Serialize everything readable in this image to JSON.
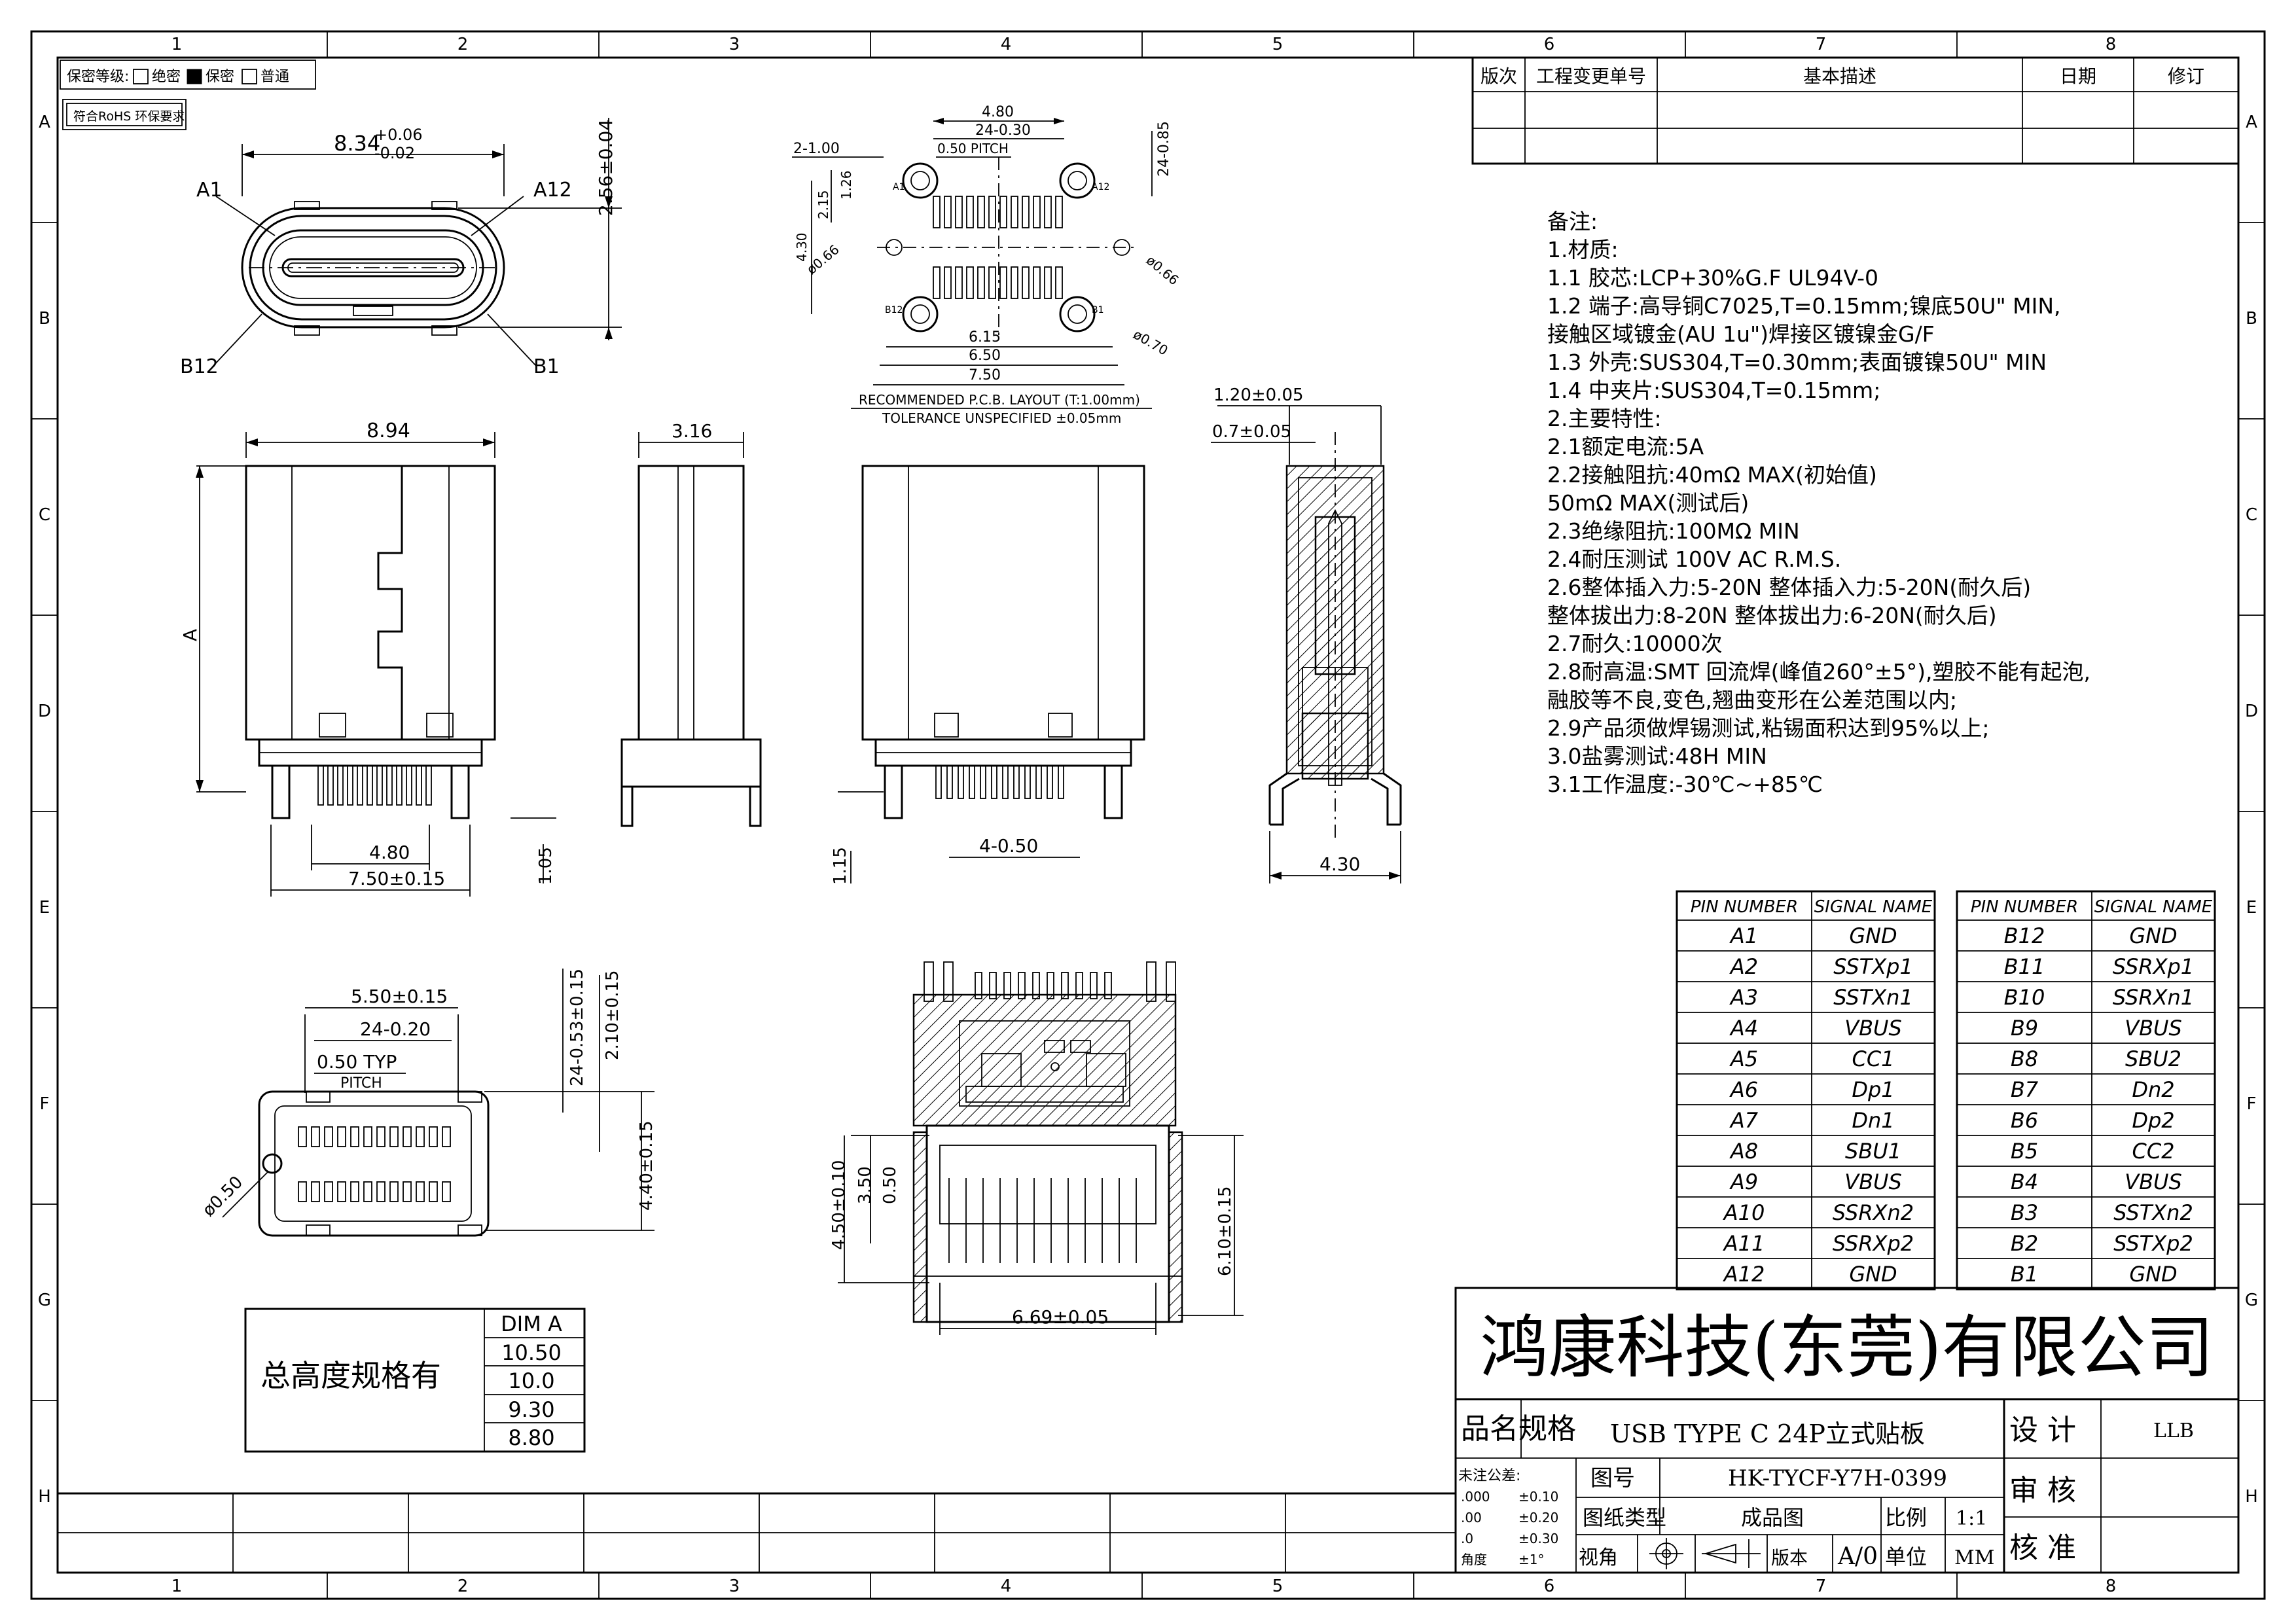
{
  "frame": {
    "col_labels": [
      "1",
      "2",
      "3",
      "4",
      "5",
      "6",
      "7",
      "8"
    ],
    "row_labels": [
      "A",
      "B",
      "C",
      "D",
      "E",
      "F",
      "G",
      "H"
    ]
  },
  "security": {
    "label": "保密等级:",
    "opt1": "绝密",
    "opt2": "保密",
    "opt3": "普通",
    "selected": "保密"
  },
  "rohs": "符合RoHS 环保要求",
  "revision_table": {
    "headers": [
      "版次",
      "工程变更单号",
      "基本描述",
      "日期",
      "修订"
    ]
  },
  "notes": [
    "备注:",
    "1.材质:",
    "1.1  胶芯:LCP+30%G.F UL94V-0",
    "1.2  端子:高导铜C7025,T=0.15mm;镍底50U\" MIN,",
    "        接触区域镀金(AU 1u\")焊接区镀镍金G/F",
    "1.3  外壳:SUS304,T=0.30mm;表面镀镍50U\" MIN",
    "1.4  中夹片:SUS304,T=0.15mm;",
    "2.主要特性:",
    "2.1额定电流:5A",
    "2.2接触阻抗:40mΩ MAX(初始值)",
    "           50mΩ MAX(测试后)",
    "2.3绝缘阻抗:100MΩ MIN",
    "2.4耐压测试  100V AC R.M.S.",
    "2.6整体插入力:5-20N    整体插入力:5-20N(耐久后)",
    "    整体拔出力:8-20N      整体拔出力:6-20N(耐久后)",
    "2.7耐久:10000次",
    "2.8耐高温:SMT 回流焊(峰值260°±5°),塑胶不能有起泡,",
    "          融胶等不良,变色,翘曲变形在公差范围以内;",
    "2.9产品须做焊锡测试,粘锡面积达到95%以上;",
    "3.0盐雾测试:48H MIN",
    "3.1工作温度:-30℃~+85℃"
  ],
  "pin_table_headers": [
    "PIN NUMBER",
    "SIGNAL NAME"
  ],
  "pins_left": [
    [
      "A1",
      "GND"
    ],
    [
      "A2",
      "SSTXp1"
    ],
    [
      "A3",
      "SSTXn1"
    ],
    [
      "A4",
      "VBUS"
    ],
    [
      "A5",
      "CC1"
    ],
    [
      "A6",
      "Dp1"
    ],
    [
      "A7",
      "Dn1"
    ],
    [
      "A8",
      "SBU1"
    ],
    [
      "A9",
      "VBUS"
    ],
    [
      "A10",
      "SSRXn2"
    ],
    [
      "A11",
      "SSRXp2"
    ],
    [
      "A12",
      "GND"
    ]
  ],
  "pins_right": [
    [
      "B12",
      "GND"
    ],
    [
      "B11",
      "SSRXp1"
    ],
    [
      "B10",
      "SSRXn1"
    ],
    [
      "B9",
      "VBUS"
    ],
    [
      "B8",
      "SBU2"
    ],
    [
      "B7",
      "Dn2"
    ],
    [
      "B6",
      "Dp2"
    ],
    [
      "B5",
      "CC2"
    ],
    [
      "B4",
      "VBUS"
    ],
    [
      "B3",
      "SSTXn2"
    ],
    [
      "B2",
      "SSTXp2"
    ],
    [
      "B1",
      "GND"
    ]
  ],
  "dim_table": {
    "title": "总高度规格有",
    "header": "DIM  A",
    "values": [
      "10.50",
      "10.0",
      "9.30",
      "8.80"
    ]
  },
  "title_block": {
    "company": "鸿康科技(东莞)有限公司",
    "name_label": "品名规格",
    "name_value": "USB TYPE C 24P立式贴板",
    "tolerance_label": "未注公差:",
    "tolerances": [
      [
        ".000",
        "±0.10"
      ],
      [
        ".00",
        "±0.20"
      ],
      [
        ".0",
        "±0.30"
      ],
      [
        "角度",
        "±1°"
      ]
    ],
    "drawing_no_label": "图号",
    "drawing_no": "HK-TYCF-Y7H-0399",
    "type_label": "图纸类型",
    "type_value": "成品图",
    "scale_label": "比例",
    "scale_value": "1:1",
    "view_label": "视角",
    "version_label": "版本",
    "version_value": "A/0",
    "unit_label": "单位",
    "unit_value": "MM",
    "design_label": "设 计",
    "design_value": "LLB",
    "review_label": "审 核",
    "approve_label": "核 准"
  },
  "dims": {
    "top_width": "8.34",
    "top_tol_plus": "+0.06",
    "top_tol_minus": "-0.02",
    "top_height": "2.56±0.04",
    "pin_a1": "A1",
    "pin_a12": "A12",
    "pin_b12": "B12",
    "pin_b1": "B1",
    "pcb_480": "4.80",
    "pcb_24_030": "24-0.30",
    "pcb_050": "0.50 PITCH",
    "pcb_2_100": "2-1.00",
    "pcb_126": "1.26",
    "pcb_215": "2.15",
    "pcb_430": "4.30",
    "pcb_066a": "ø0.66",
    "pcb_066b": "ø0.66",
    "pcb_070": "ø0.70",
    "pcb_24_085": "24-0.85",
    "pcb_615": "6.15",
    "pcb_650": "6.50",
    "pcb_750": "7.50",
    "pcb_a1": "A1",
    "pcb_a12": "A12",
    "pcb_b12": "B12",
    "pcb_b1": "B1",
    "pcb_title1": "RECOMMENDED  P.C.B. LAYOUT (T:1.00mm)",
    "pcb_title2": "TOLERANCE  UNSPECIFIED  ±0.05mm",
    "front_894": "8.94",
    "front_a": "A",
    "front_480": "4.80",
    "front_750": "7.50±0.15",
    "front_105": "1.05",
    "side_316": "3.16",
    "back_115": "1.15",
    "back_4_050": "4-0.50",
    "sec_120": "1.20±0.05",
    "sec_07": "0.7±0.05",
    "sec_430": "4.30",
    "bot_550": "5.50±0.15",
    "bot_24_020": "24-0.20",
    "bot_050": "0.50  TYP",
    "bot_pitch": "PITCH",
    "bot_24_053": "24-0.53±0.15",
    "bot_210": "2.10±0.15",
    "bot_440": "4.40±0.15",
    "bot_050d": "ø0.50",
    "iso_450": "4.50±0.10",
    "iso_350": "3.50",
    "iso_050": "0.50",
    "iso_610": "6.10±0.15",
    "iso_669": "6.69±0.05"
  }
}
